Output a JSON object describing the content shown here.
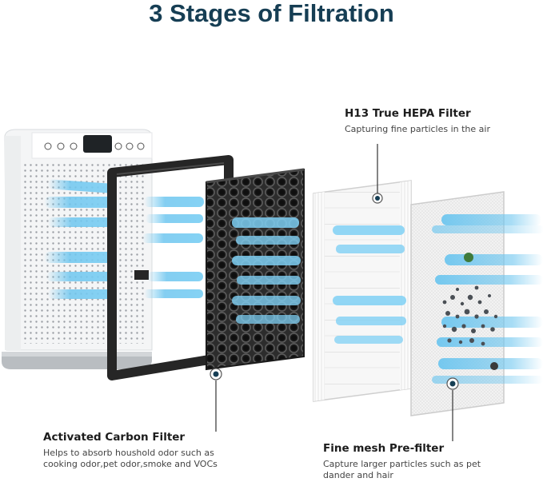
{
  "title": "3 Stages of Filtration",
  "labels": {
    "hepa": {
      "title": "H13 True HEPA Filter",
      "desc": "Capturing fine particles in the air"
    },
    "carbon": {
      "title": "Activated Carbon Filter",
      "desc": "Helps to absorb houshold odor such as cooking odor,pet odor,smoke and VOCs"
    },
    "mesh": {
      "title": "Fine mesh Pre-filter",
      "desc": "Capture larger particles such as pet dander and hair"
    }
  },
  "colors": {
    "title": "#163e54",
    "airflow": "#6ec6ef",
    "carbon": "#2b2b2b",
    "frame": "#2a2a2a"
  }
}
